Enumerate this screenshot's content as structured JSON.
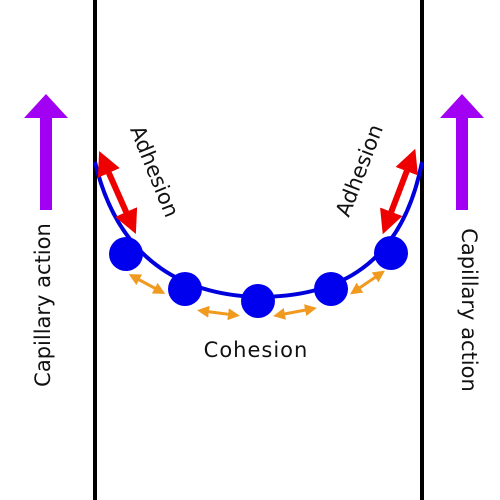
{
  "labels": {
    "left_arrow": "Capillary action",
    "right_arrow": "Capillary action",
    "adhesion_left": "Adhesion",
    "adhesion_right": "Adhesion",
    "cohesion": "Cohesion"
  },
  "colors": {
    "tube_wall": "#000000",
    "capillary_arrow": "#a100f2",
    "meniscus": "#0000dd",
    "molecule": "#0000ee",
    "adhesion_arrow": "#ee0000",
    "cohesion_arrow": "#f09a20"
  },
  "icons": {
    "capillary_arrow": "up-arrow-icon",
    "adhesion_arrow": "double-arrow-icon",
    "cohesion_arrow": "double-arrow-icon",
    "molecule": "molecule-circle-icon"
  }
}
